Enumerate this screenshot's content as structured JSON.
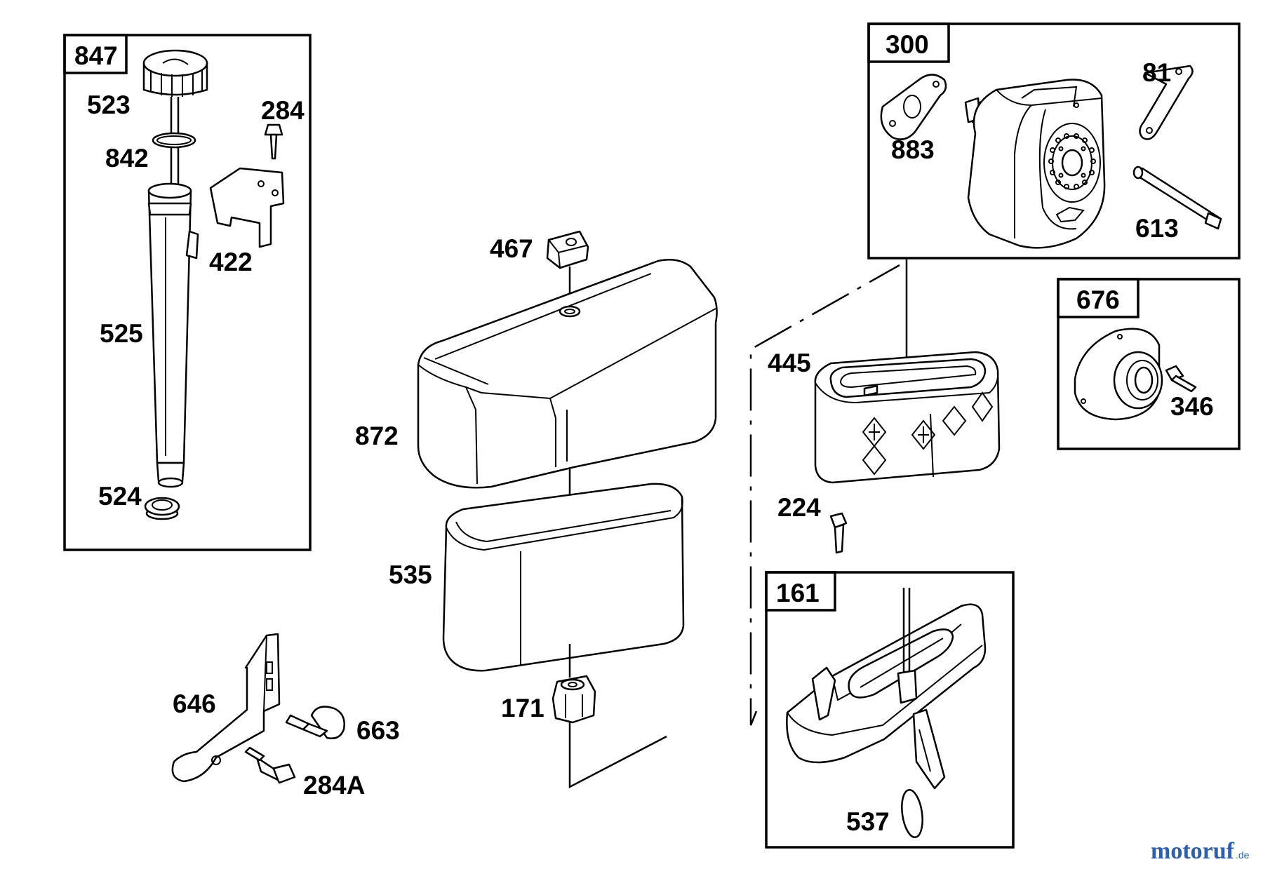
{
  "boxes": {
    "b847": "847",
    "b300": "300",
    "b676": "676",
    "b161": "161"
  },
  "labels": {
    "p523": "523",
    "p284": "284",
    "p842": "842",
    "p422": "422",
    "p525": "525",
    "p524": "524",
    "p467": "467",
    "p872": "872",
    "p535": "535",
    "p171": "171",
    "p646": "646",
    "p663": "663",
    "p284a": "284A",
    "p883": "883",
    "p81": "81",
    "p613": "613",
    "p445": "445",
    "p346": "346",
    "p224": "224",
    "p537": "537"
  },
  "watermark": {
    "main": "motoruf",
    "suffix": ".de",
    "colors": {
      "m": "#2e5fa8",
      "o": "#2e5fa8",
      "t": "#2e5fa8",
      "o2": "#c0282a",
      "r": "#e0a020",
      "u": "#2e8a3a",
      "f": "#2e8a3a"
    }
  }
}
